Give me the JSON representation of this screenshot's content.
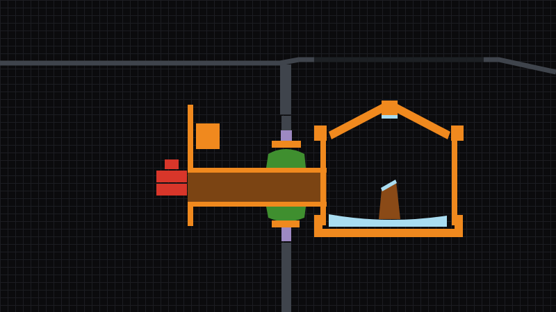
{
  "scene": {
    "colors": {
      "background": "#0b0b0d",
      "grid": "#1c1d22",
      "track": "#3f444c",
      "track_dark": "#1d2024",
      "frame": "#f0891e",
      "frame_dark": "#9a5208",
      "axle": "#7b4413",
      "thruster": "#d8362a",
      "wheel": "#3f8f2f",
      "spring": "#9d89c2",
      "water": "#a9ddf1",
      "piston": "#8a4a17"
    },
    "parts": [
      "track-rail",
      "vertical-guide-post",
      "thruster-block",
      "axle-beam",
      "green-wheel-upper",
      "green-wheel-lower",
      "orange-frame-house",
      "water-tray",
      "brown-piston"
    ]
  }
}
